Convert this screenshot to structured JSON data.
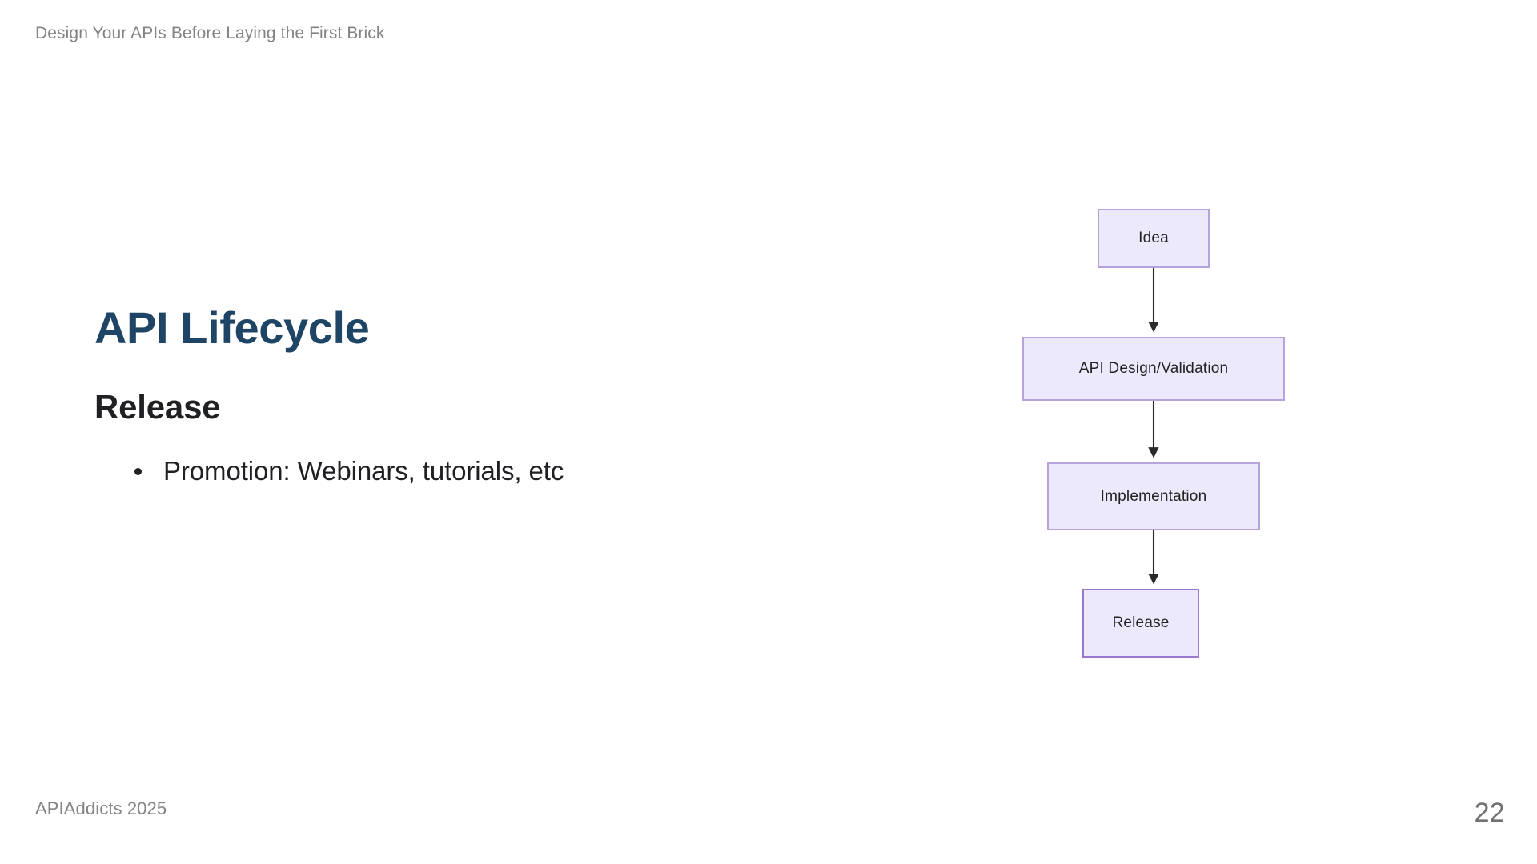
{
  "header": {
    "title": "Design Your APIs Before Laying the First Brick"
  },
  "main": {
    "page_title": "API Lifecycle",
    "section_subtitle": "Release",
    "bullets": [
      "Promotion: Webinars, tutorials, etc"
    ]
  },
  "diagram": {
    "type": "flowchart",
    "orientation": "vertical",
    "nodes": [
      {
        "id": "idea",
        "label": "Idea"
      },
      {
        "id": "design",
        "label": "API Design/Validation"
      },
      {
        "id": "implementation",
        "label": "Implementation"
      },
      {
        "id": "release",
        "label": "Release"
      }
    ],
    "edges": [
      {
        "from": "idea",
        "to": "design"
      },
      {
        "from": "design",
        "to": "implementation"
      },
      {
        "from": "implementation",
        "to": "release"
      }
    ],
    "colors": {
      "node_fill": "#ebe9fb",
      "node_border": "#b6a3dd",
      "node_border_highlight": "#9a78d0",
      "edge": "#2a2a2a",
      "node_text": "#232323"
    }
  },
  "footer": {
    "brand": "APIAddicts 2025",
    "page_number": "22"
  },
  "theme": {
    "background": "#ffffff",
    "title_color": "#1e4466",
    "subtitle_color": "#1f2023",
    "muted_color": "#818385"
  }
}
